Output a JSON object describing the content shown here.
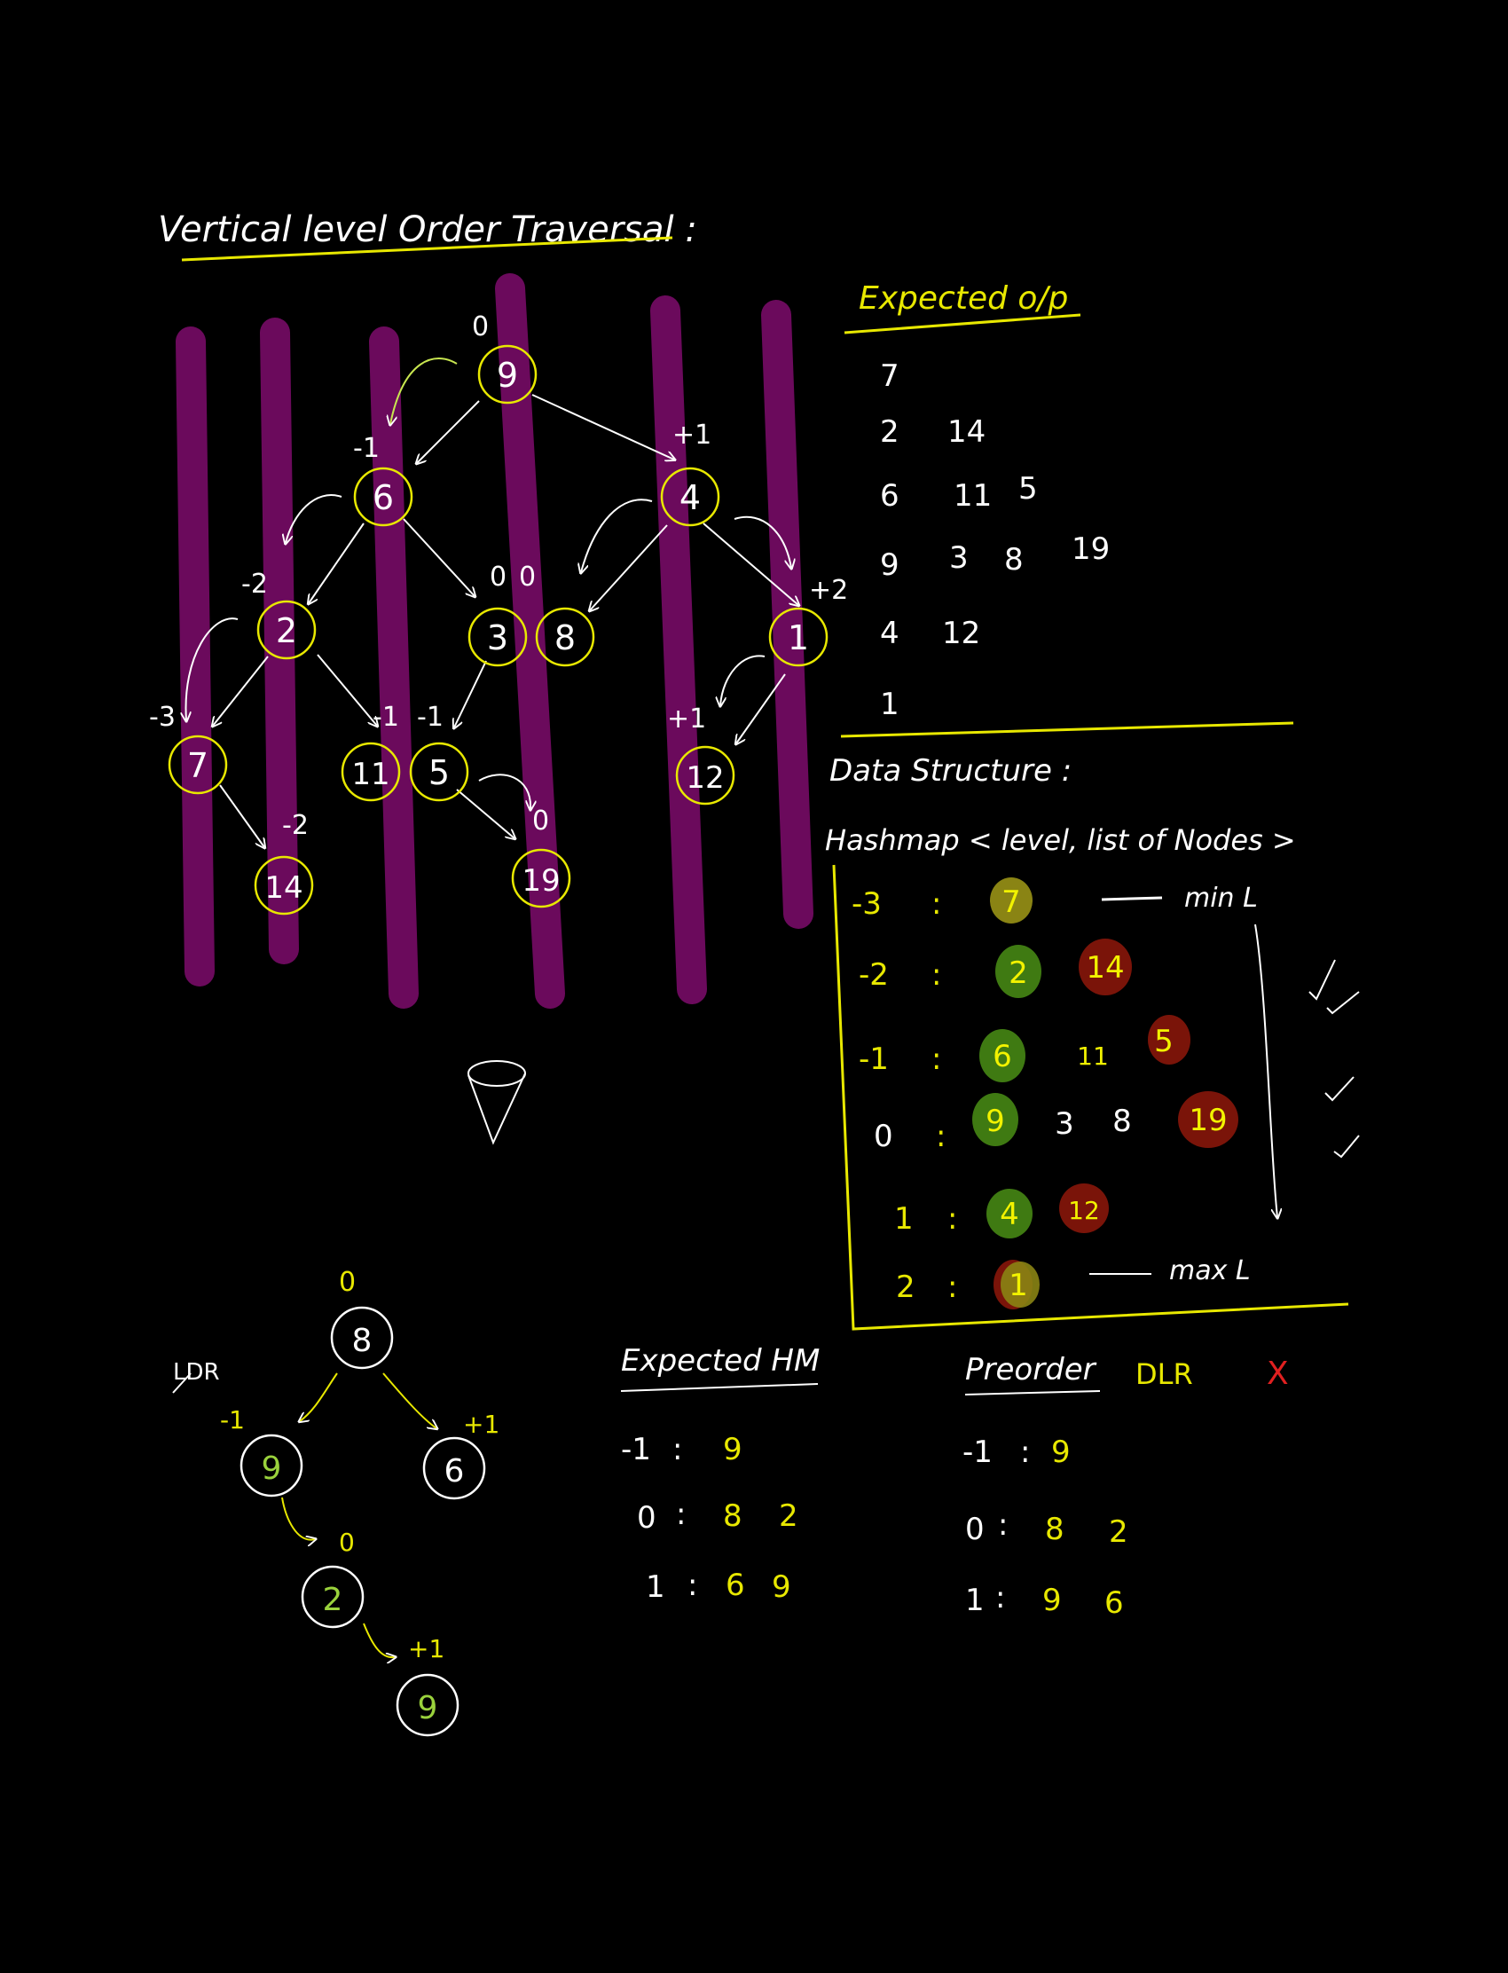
{
  "title": "Vertical level Order Traversal :",
  "colors": {
    "background": "#000000",
    "ink": "#ffffff",
    "node_ring": "#e8e800",
    "highlight": "#f2f200",
    "band": "#6b0a5c",
    "green_fill": "#3f7a12",
    "red_fill": "#7a1409",
    "olive_fill": "#8a8414",
    "cross": "#e02020"
  },
  "main_tree": {
    "root_level": "0",
    "nodes": [
      {
        "id": "n9",
        "label": "9"
      },
      {
        "id": "n6",
        "label": "6"
      },
      {
        "id": "n4",
        "label": "4"
      },
      {
        "id": "n2",
        "label": "2"
      },
      {
        "id": "n3",
        "label": "3"
      },
      {
        "id": "n8",
        "label": "8"
      },
      {
        "id": "n1",
        "label": "1"
      },
      {
        "id": "n7",
        "label": "7"
      },
      {
        "id": "n11",
        "label": "11"
      },
      {
        "id": "n5",
        "label": "5"
      },
      {
        "id": "n12",
        "label": "12"
      },
      {
        "id": "n14",
        "label": "14"
      },
      {
        "id": "n19",
        "label": "19"
      }
    ],
    "level_labels": [
      "-1",
      "+1",
      "-2",
      "0",
      "0",
      "+2",
      "-3",
      "-1",
      "-1",
      "+1",
      "-2",
      "0"
    ]
  },
  "expected_output": {
    "heading": "Expected o/p",
    "rows": [
      [
        "7"
      ],
      [
        "2",
        "14"
      ],
      [
        "6",
        "11",
        "5"
      ],
      [
        "9",
        "3",
        "8",
        "19"
      ],
      [
        "4",
        "12"
      ],
      [
        "1"
      ]
    ]
  },
  "data_structure": {
    "heading": "Data Structure :",
    "hashmap": "Hashmap < level, list of Nodes >",
    "rows": [
      {
        "level": "-3",
        "values": [
          "7"
        ]
      },
      {
        "level": "-2",
        "values": [
          "2",
          "14"
        ]
      },
      {
        "level": "-1",
        "values": [
          "6",
          "11",
          "5"
        ]
      },
      {
        "level": "0",
        "values": [
          "9",
          "3",
          "8",
          "19"
        ]
      },
      {
        "level": "1",
        "values": [
          "4",
          "12"
        ]
      },
      {
        "level": "2",
        "values": [
          "1"
        ]
      }
    ],
    "min_label": "min L",
    "max_label": "max L"
  },
  "small_tree": {
    "note": "LDR",
    "root_level": "0",
    "nodes": [
      {
        "id": "s8",
        "label": "8"
      },
      {
        "id": "s9a",
        "label": "9"
      },
      {
        "id": "s6",
        "label": "6"
      },
      {
        "id": "s2",
        "label": "2"
      },
      {
        "id": "s9b",
        "label": "9"
      }
    ],
    "level_labels": [
      "-1",
      "+1",
      "0",
      "+1"
    ]
  },
  "expected_hm": {
    "heading": "Expected HM",
    "rows": [
      {
        "level": "-1",
        "values": [
          "9"
        ]
      },
      {
        "level": "0",
        "values": [
          "8",
          "2"
        ]
      },
      {
        "level": "1",
        "values": [
          "6",
          "9"
        ]
      }
    ]
  },
  "preorder": {
    "heading": "Preorder",
    "order": "DLR",
    "mark": "X",
    "rows": [
      {
        "level": "-1",
        "values": [
          "9"
        ]
      },
      {
        "level": "0",
        "values": [
          "8",
          "2"
        ]
      },
      {
        "level": "1",
        "values": [
          "9",
          "6"
        ]
      }
    ]
  }
}
